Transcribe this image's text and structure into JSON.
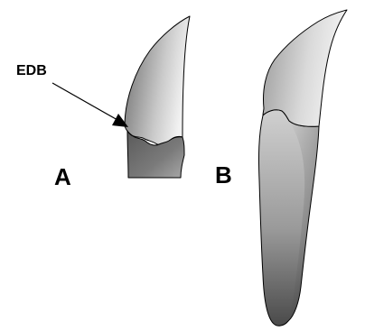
{
  "figure": {
    "labels": {
      "edb": "EDB",
      "panel_a": "A",
      "panel_b": "B"
    }
  },
  "colors": {
    "background": "#ffffff",
    "outline": "#000000",
    "crown_light": "#f0f0f0",
    "crown_dark": "#6e6e6e",
    "root_light": "#c8c8c8",
    "root_dark": "#3c3c3c"
  },
  "icons": {
    "arrow": "arrow-icon"
  }
}
